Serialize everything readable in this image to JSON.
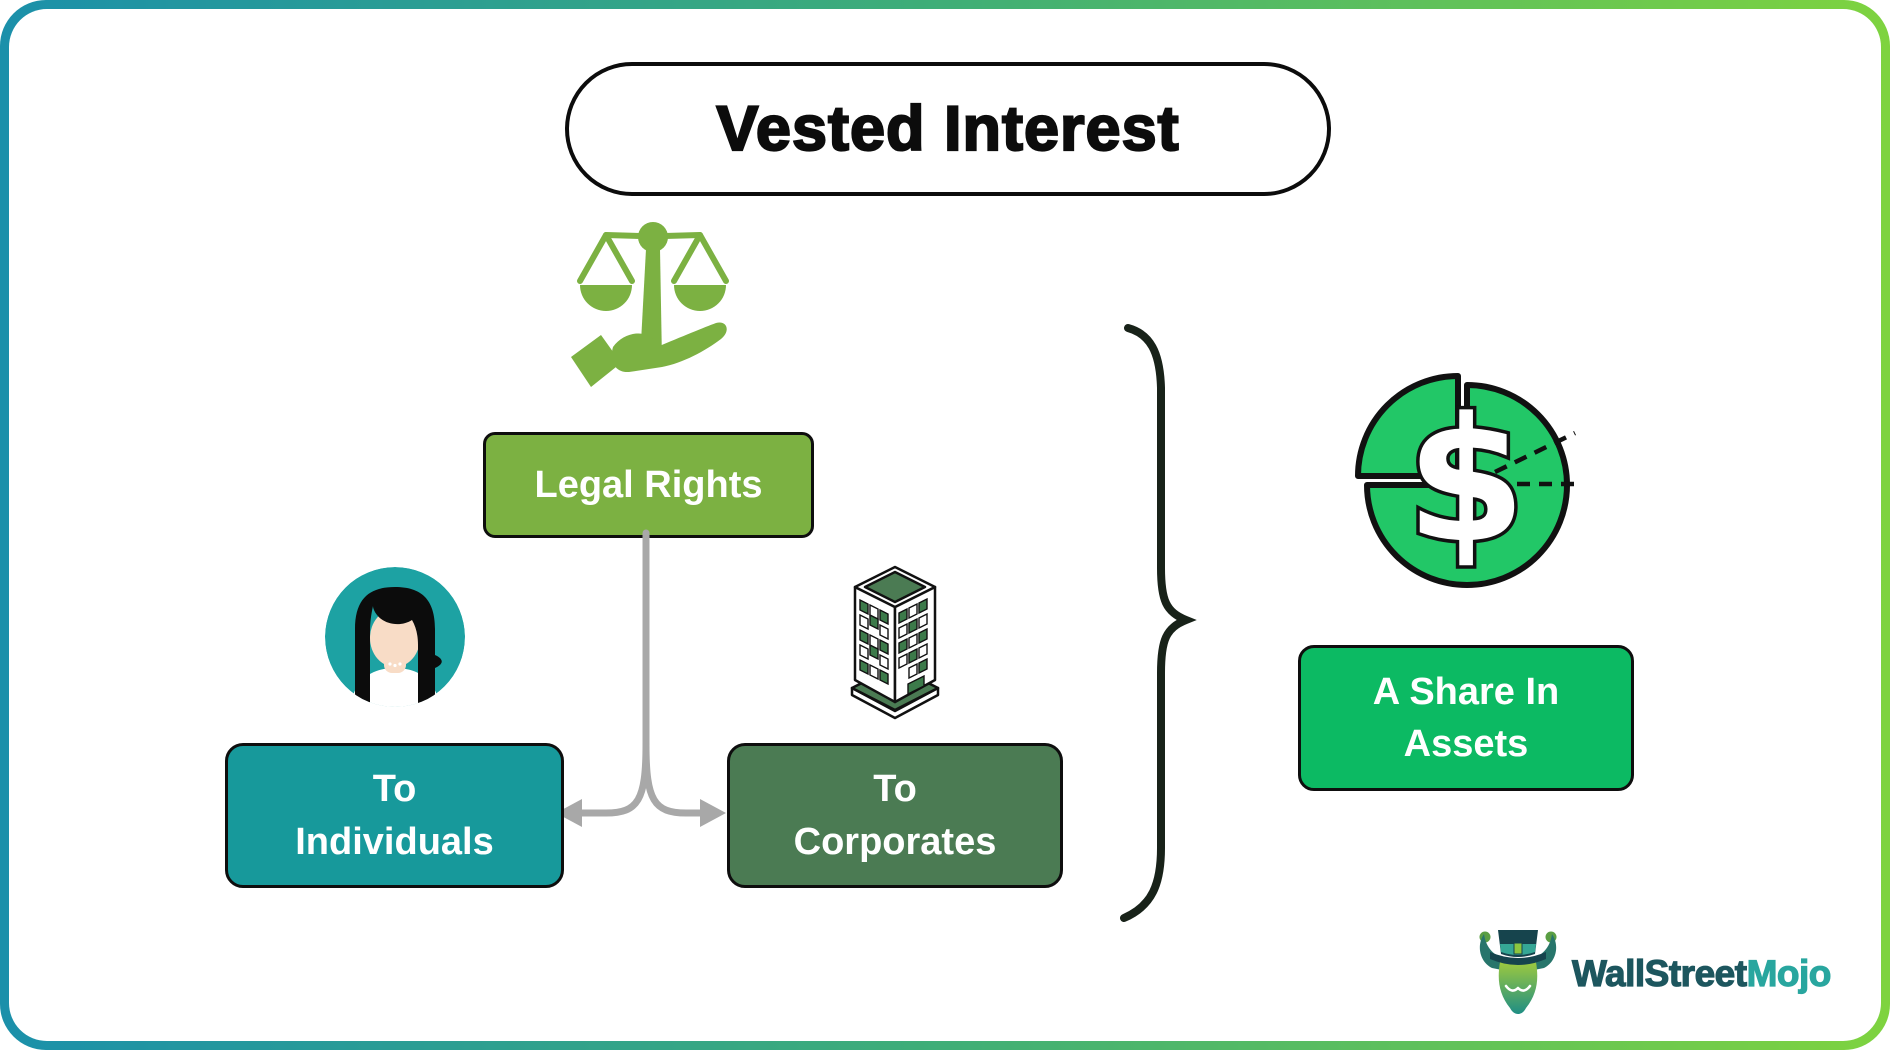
{
  "title": {
    "label": "Vested Interest"
  },
  "nodes": {
    "legal_rights": {
      "label": "Legal Rights",
      "fill": "#7cb142"
    },
    "to_individuals": {
      "lines": [
        "To",
        "Individuals"
      ],
      "fill": "#17999b"
    },
    "to_corporates": {
      "lines": [
        "To",
        "Corporates"
      ],
      "fill": "#4b7b53"
    },
    "share_in_assets": {
      "lines": [
        "A Share In",
        "Assets"
      ],
      "fill": "#0cba63"
    }
  },
  "icons": {
    "scales": {
      "name": "scales-of-justice-in-hand-icon",
      "color": "#7cb142"
    },
    "avatar": {
      "name": "woman-avatar-icon",
      "color": "#1da2a3"
    },
    "building": {
      "name": "corporate-building-icon",
      "color": "#4b7b53"
    },
    "pie": {
      "name": "dollar-pie-chart-icon",
      "color": "#22c767"
    },
    "brace": {
      "name": "curly-brace",
      "color": "#182219"
    }
  },
  "connector": {
    "color": "#a8a8a8"
  },
  "frame": {
    "gradient_start": "#1b90aa",
    "gradient_end": "#7ed33f",
    "background": "#ffffff"
  },
  "logo": {
    "wallstreet": "WallStreet",
    "mojo": "Mojo",
    "wallstreet_color": "#1d565e",
    "mojo_color": "#29a69f"
  }
}
